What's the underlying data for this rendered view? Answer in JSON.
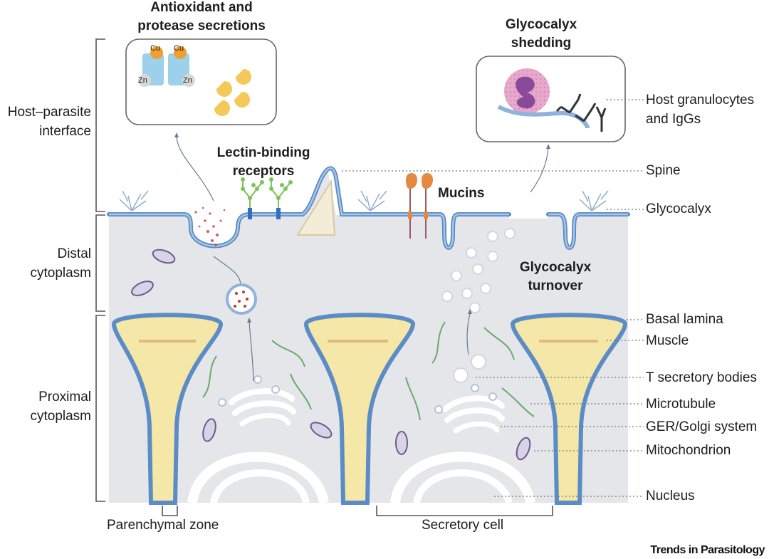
{
  "figure": {
    "credit": "Trends in Parasitology",
    "colors": {
      "cytoplasm": "#e4e6ea",
      "membrane": "#8fb3dc",
      "membrane_dark": "#5b8cc5",
      "muscle": "#f5e7a8",
      "secretion_dot": "#c0392b",
      "mitochondrion": "#6b5a8e",
      "microtubule": "#6aaa6a",
      "glycan": "#7cc35a",
      "receptor": "#2f6fc8",
      "mucin": "#e4893f",
      "granulocyte": "#e8a8cc",
      "nucleus_granulocyte": "#8a4a9a",
      "protease": "#f3c95a",
      "cu": "#f0a030",
      "zn": "#d8d8d8"
    }
  },
  "regions": [
    {
      "label_lines": [
        "Host–parasite",
        "interface"
      ]
    },
    {
      "label_lines": [
        "Distal",
        "cytoplasm"
      ]
    },
    {
      "label_lines": [
        "Proximal",
        "cytoplasm"
      ]
    }
  ],
  "callouts": {
    "antioxidant": {
      "lines": [
        "Antioxidant and",
        "protease secretions"
      ],
      "cu": "Cu",
      "zn": "Zn"
    },
    "shedding": {
      "lines": [
        "Glycocalyx",
        "shedding"
      ]
    },
    "lectin": {
      "lines": [
        "Lectin-binding",
        "receptors"
      ]
    },
    "mucins": "Mucins",
    "turnover": {
      "lines": [
        "Glycocalyx",
        "turnover"
      ]
    }
  },
  "right_labels": [
    {
      "lines": [
        "Host granulocytes",
        "and IgGs"
      ]
    },
    {
      "lines": [
        "Spine"
      ]
    },
    {
      "lines": [
        "Glycocalyx"
      ]
    },
    {
      "lines": [
        "Basal lamina"
      ]
    },
    {
      "lines": [
        "Muscle"
      ]
    },
    {
      "lines": [
        "T secretory bodies"
      ]
    },
    {
      "lines": [
        "Microtubule"
      ]
    },
    {
      "lines": [
        "GER/Golgi system"
      ]
    },
    {
      "lines": [
        "Mitochondrion"
      ]
    },
    {
      "lines": [
        "Nucleus"
      ]
    }
  ],
  "bottom_labels": {
    "parenchymal": "Parenchymal zone",
    "secretory": "Secretory cell"
  }
}
